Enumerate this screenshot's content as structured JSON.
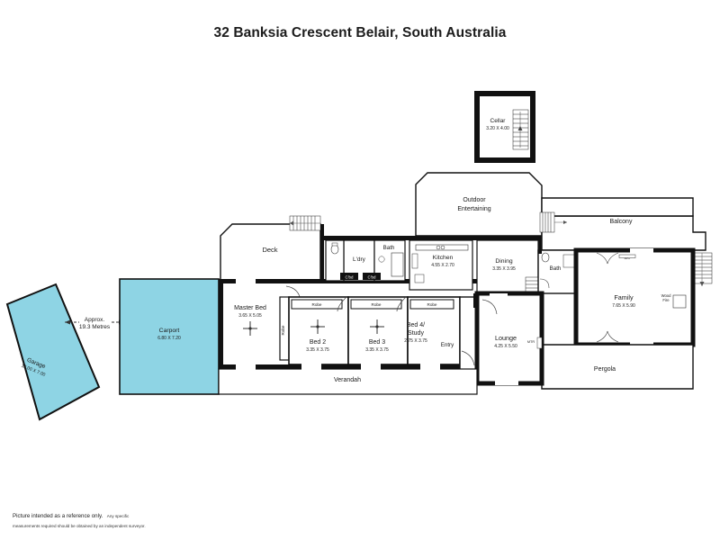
{
  "document": {
    "title": "32 Banksia Crescent Belair, South Australia",
    "type": "floor-plan"
  },
  "colors": {
    "blue_fill": "#8ed4e4",
    "wall_black": "#111111",
    "text": "#1a1a1a",
    "white": "#ffffff"
  },
  "measurement": {
    "label_line1": "Approx.",
    "label_line2": "19.3 Metres"
  },
  "rooms": [
    {
      "key": "garage",
      "name": "Garage",
      "dims": "18.00 X 7.00",
      "fill": "blue"
    },
    {
      "key": "carport",
      "name": "Carport",
      "dims": "6.80 X 7.20",
      "fill": "blue"
    },
    {
      "key": "cellar",
      "name": "Cellar",
      "dims": "3.20 X 4.00",
      "fill": "white"
    },
    {
      "key": "outdoor",
      "name_line1": "Outdoor",
      "name_line2": "Entertaining",
      "name": "Outdoor Entertaining",
      "dims": "",
      "fill": "white"
    },
    {
      "key": "balcony",
      "name": "Balcony",
      "dims": "",
      "fill": "white"
    },
    {
      "key": "deck",
      "name": "Deck",
      "dims": "",
      "fill": "white"
    },
    {
      "key": "laundry",
      "name": "L'dry",
      "dims": "",
      "fill": "white"
    },
    {
      "key": "bath1",
      "name": "Bath",
      "dims": "",
      "fill": "white"
    },
    {
      "key": "kitchen",
      "name": "Kitchen",
      "dims": "4.55 X 2.70",
      "fill": "white"
    },
    {
      "key": "dining",
      "name": "Dining",
      "dims": "3.35 X 3.95",
      "fill": "white"
    },
    {
      "key": "bath2",
      "name": "Bath",
      "dims": "",
      "fill": "white"
    },
    {
      "key": "family",
      "name": "Family",
      "dims": "7.65 X 5.90",
      "fill": "white"
    },
    {
      "key": "master_bed",
      "name": "Master Bed",
      "dims": "3.65 X 5.05",
      "fill": "white"
    },
    {
      "key": "bed2",
      "name": "Bed 2",
      "dims": "3.35 X 3.75",
      "fill": "white"
    },
    {
      "key": "bed3",
      "name": "Bed 3",
      "dims": "3.35 X 3.75",
      "fill": "white"
    },
    {
      "key": "bed4",
      "name_line1": "Bed 4/",
      "name_line2": "Study",
      "name": "Bed 4/ Study",
      "dims": "2.75 X 3.75",
      "fill": "white"
    },
    {
      "key": "entry",
      "name": "Entry",
      "dims": "",
      "fill": "white"
    },
    {
      "key": "lounge",
      "name": "Lounge",
      "dims": "4.25 X 5.50",
      "fill": "white"
    },
    {
      "key": "verandah",
      "name": "Verandah",
      "dims": "",
      "fill": "white"
    },
    {
      "key": "pergola",
      "name": "Pergola",
      "dims": "",
      "fill": "white"
    }
  ],
  "annotations": {
    "robe_master": "Robe",
    "robe_bed2": "Robe",
    "robe_bed3": "Robe",
    "robe_bed4": "Robe",
    "cupboard_1": "C'bd",
    "cupboard_2": "C'bd",
    "wood_fire_line1": "Wood",
    "wood_fire_line2": "Fire",
    "air_conditioner": "A/C",
    "meter": "MTR"
  },
  "disclaimer": {
    "line_strong": "Picture intended as a reference only.",
    "line_small_1": "Any specific",
    "line_small_2": "measurements required should be obtained by an independent surveyor."
  }
}
